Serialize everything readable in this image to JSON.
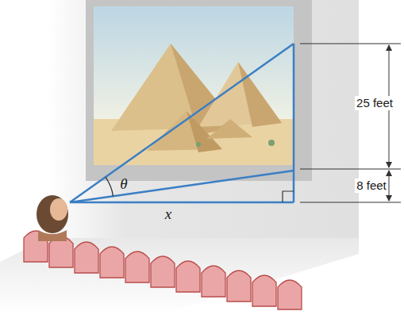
{
  "diagram": {
    "labels": [
      "25 feet",
      "8 feet",
      "θ",
      "x"
    ]
  }
}
